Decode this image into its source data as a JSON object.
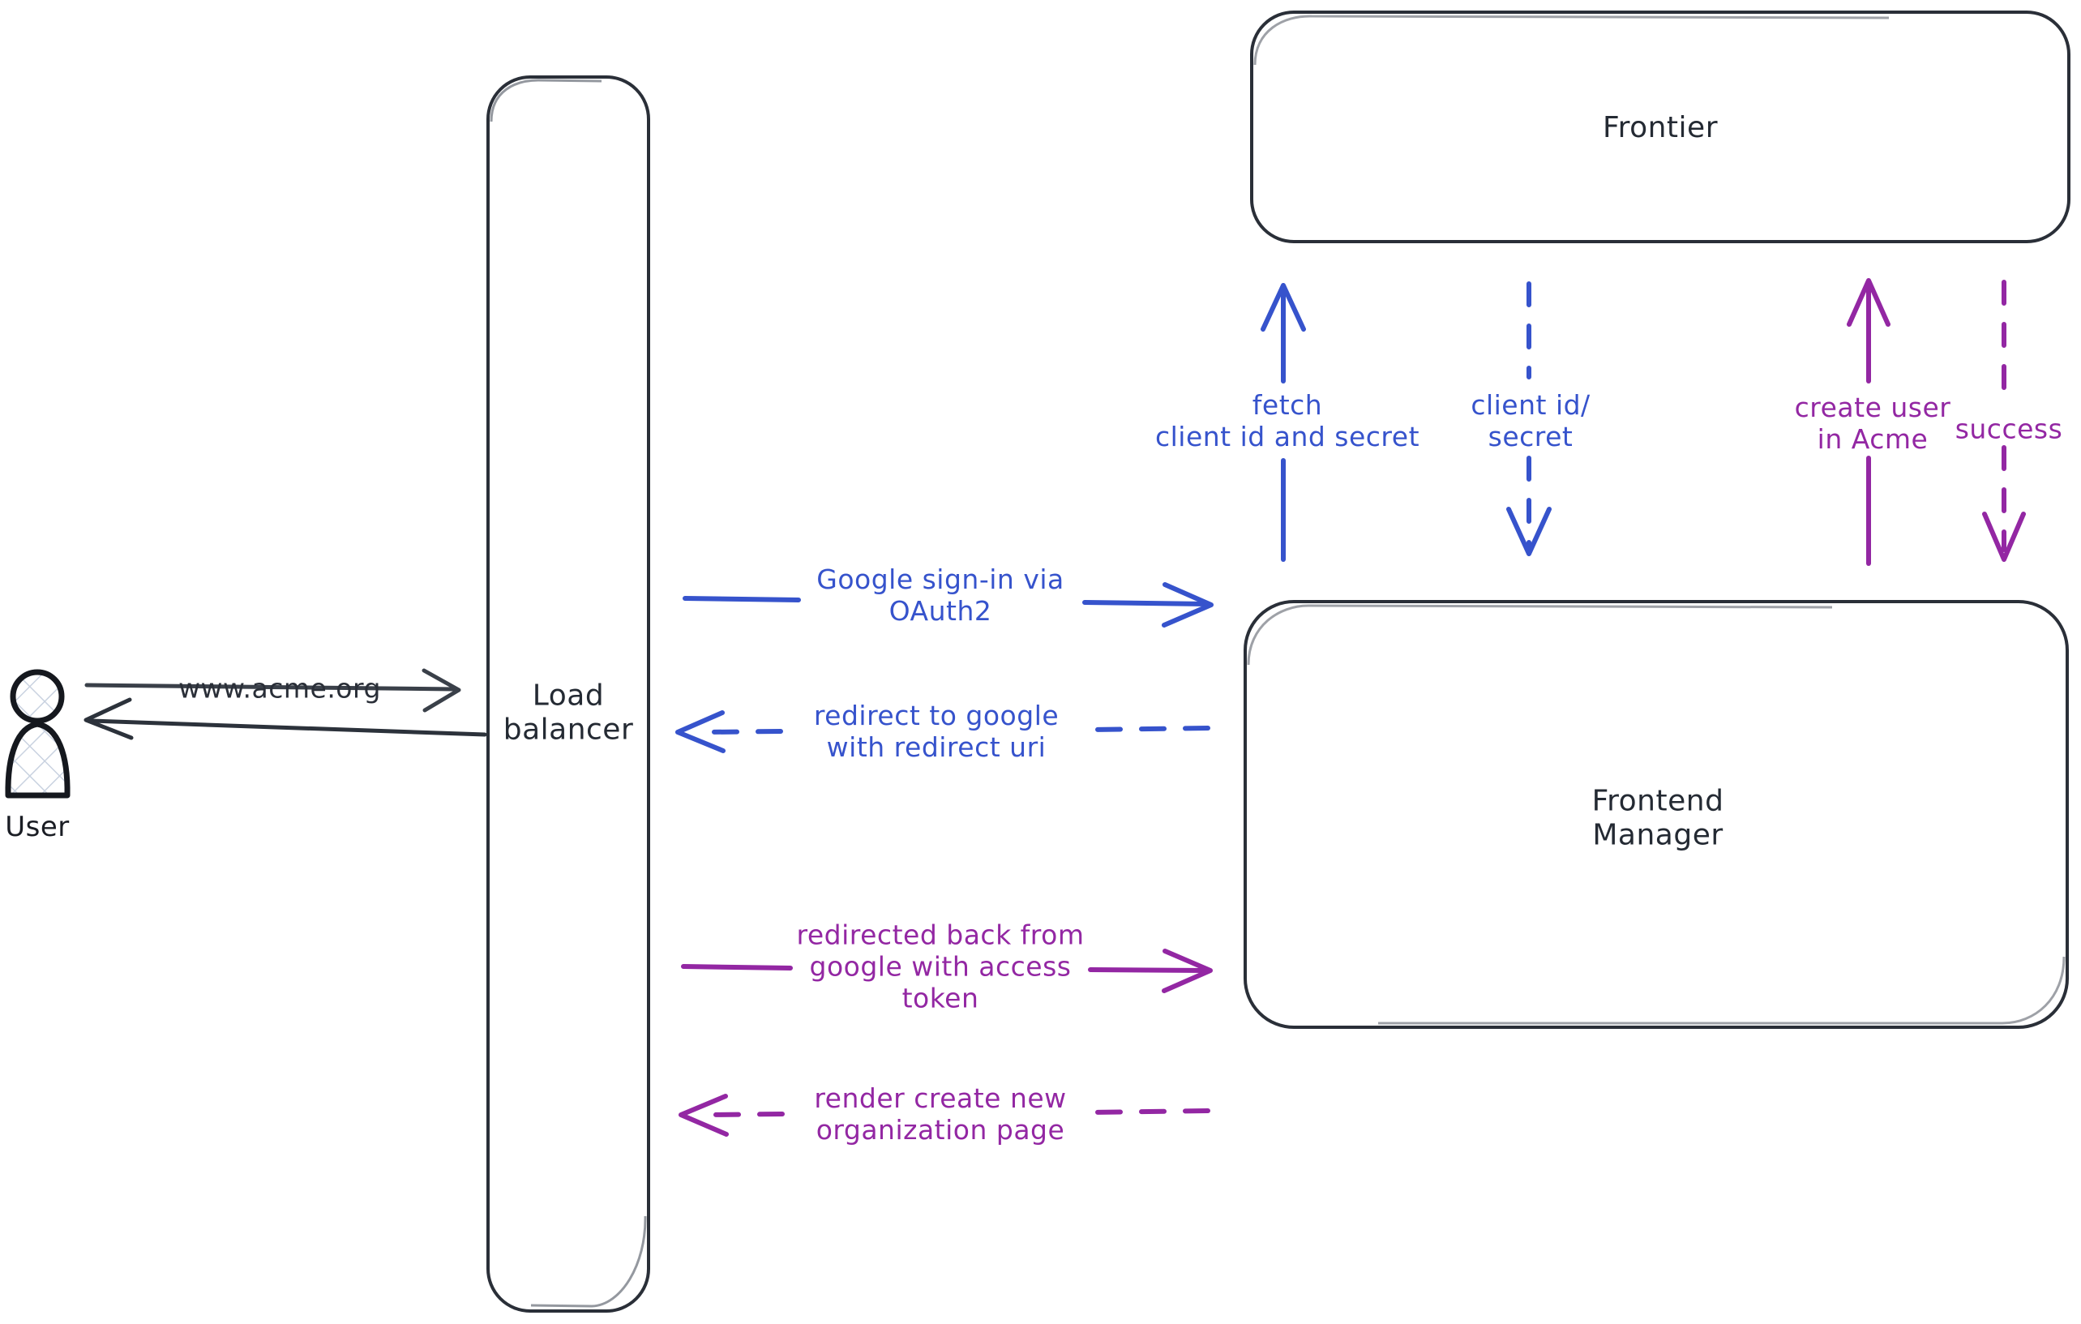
{
  "diagram": {
    "title": "Google OAuth2 sign-in flow",
    "background": "#ffffff",
    "colors": {
      "ink": "#242a33",
      "blue": "#3653cc",
      "purple": "#9327a3",
      "actor_hatch": "#c9d2e0"
    }
  },
  "actors": {
    "user": {
      "label": "User",
      "icon": "person-icon"
    }
  },
  "nodes": {
    "load_balancer": {
      "label": "Load\nbalancer"
    },
    "frontier": {
      "label": "Frontier"
    },
    "frontend_manager": {
      "label": "Frontend\nManager"
    }
  },
  "edges": {
    "user_to_lb": {
      "label": "www.acme.org",
      "color": "#2a2f38",
      "style": "solid",
      "direction": "right"
    },
    "lb_to_user": {
      "label": "",
      "color": "#2a2f38",
      "style": "solid",
      "direction": "left"
    },
    "lb_to_fm_signin": {
      "label": "Google sign-in via\nOAuth2",
      "color": "#3653cc",
      "style": "solid",
      "direction": "right"
    },
    "fm_to_lb_redirect": {
      "label": "redirect to google\nwith redirect uri",
      "color": "#3653cc",
      "style": "dashed",
      "direction": "left"
    },
    "lb_to_fm_token": {
      "label": "redirected back from\ngoogle with access\ntoken",
      "color": "#9327a3",
      "style": "solid",
      "direction": "right"
    },
    "fm_to_lb_render": {
      "label": "render create new\norganization page",
      "color": "#9327a3",
      "style": "dashed",
      "direction": "left"
    },
    "fm_to_frontier_fetch": {
      "label": "fetch\nclient id and secret",
      "color": "#3653cc",
      "style": "solid",
      "direction": "up"
    },
    "frontier_to_fm_secret": {
      "label": "client id/\nsecret",
      "color": "#3653cc",
      "style": "dashed",
      "direction": "down"
    },
    "fm_to_frontier_create": {
      "label": "create user\nin Acme",
      "color": "#9327a3",
      "style": "solid",
      "direction": "up"
    },
    "frontier_to_fm_success": {
      "label": "success",
      "color": "#9327a3",
      "style": "dashed",
      "direction": "down"
    }
  }
}
